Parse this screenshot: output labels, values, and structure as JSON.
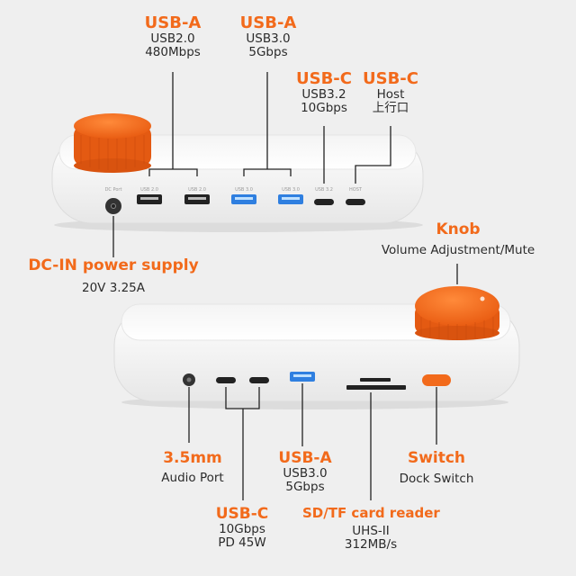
{
  "colors": {
    "accent": "#f26a1b",
    "body": "#ffffff",
    "usb3": "#2f7fe0",
    "text": "#2b2b2b",
    "background": "#efefef"
  },
  "top_unit": {
    "port_silkscreen": [
      "DC Port",
      "USB 2.0",
      "USB 2.0",
      "USB 3.0",
      "USB 3.0",
      "USB 3.2",
      "HOST"
    ],
    "labels": {
      "usb2": {
        "title": "USB-A",
        "lines": [
          "USB2.0",
          "480Mbps"
        ]
      },
      "usb3": {
        "title": "USB-A",
        "lines": [
          "USB3.0",
          "5Gbps"
        ]
      },
      "usbc32": {
        "title": "USB-C",
        "lines": [
          "USB3.2",
          "10Gbps"
        ]
      },
      "usbc_host": {
        "title": "USB-C",
        "lines": [
          "Host",
          "上行口"
        ]
      },
      "dc_in": {
        "title": "DC-IN power supply",
        "lines": [
          "20V 3.25A"
        ]
      }
    }
  },
  "bottom_unit": {
    "labels": {
      "knob": {
        "title": "Knob",
        "lines": [
          "Volume Adjustment/Mute"
        ]
      },
      "audio": {
        "title": "3.5mm",
        "lines": [
          "Audio Port"
        ]
      },
      "usba": {
        "title": "USB-A",
        "lines": [
          "USB3.0",
          "5Gbps"
        ]
      },
      "switch": {
        "title": "Switch",
        "lines": [
          "Dock Switch"
        ]
      },
      "usbc": {
        "title": "USB-C",
        "lines": [
          "10Gbps",
          "PD 45W"
        ]
      },
      "card": {
        "title": "SD/TF card reader",
        "lines": [
          "UHS-II",
          "312MB/s"
        ]
      }
    }
  }
}
